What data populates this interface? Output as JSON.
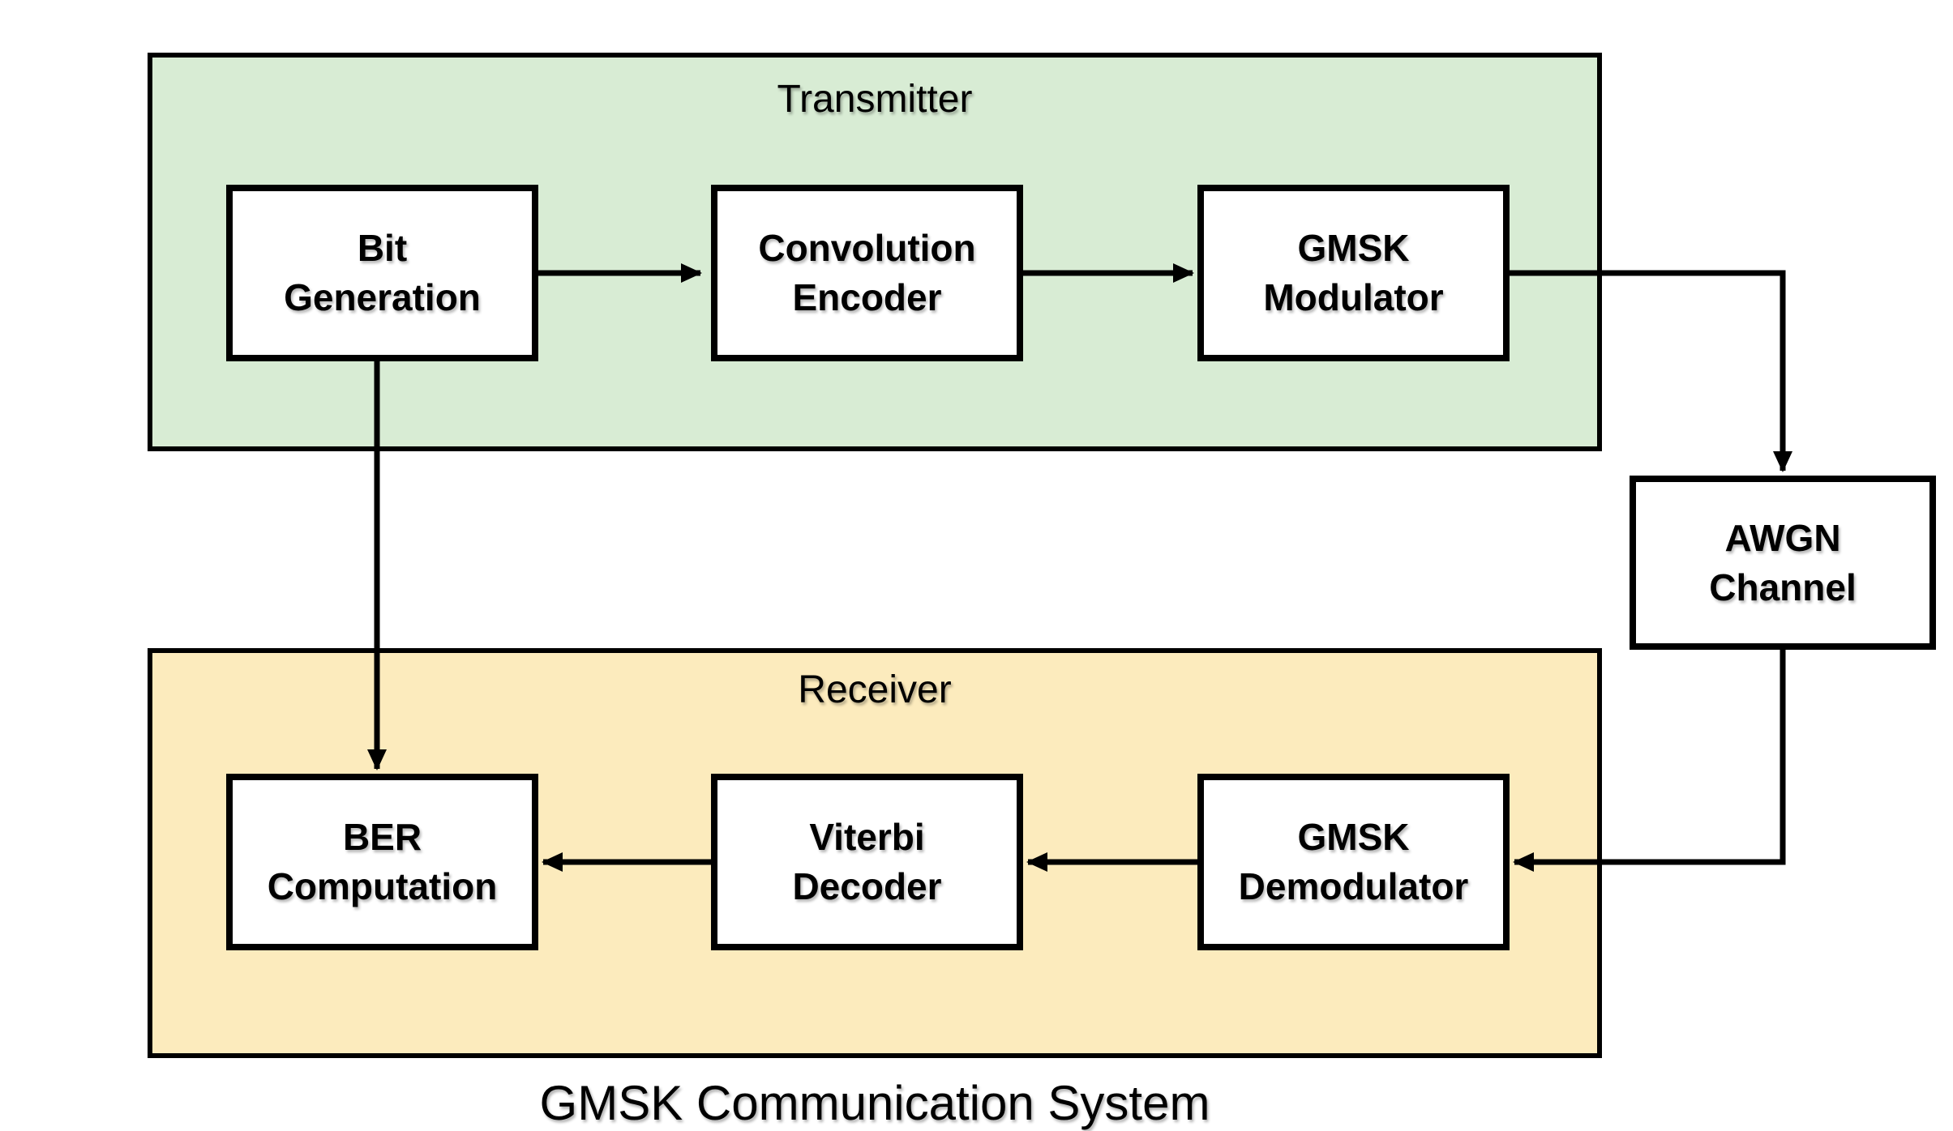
{
  "title": "GMSK Communication System",
  "containers": {
    "transmitter": {
      "label": "Transmitter",
      "fill": "#d8ecd4"
    },
    "receiver": {
      "label": "Receiver",
      "fill": "#fcebbd"
    }
  },
  "blocks": {
    "bit_generation": {
      "label": "Bit\nGeneration"
    },
    "convolution_encoder": {
      "label": "Convolution\nEncoder"
    },
    "gmsk_modulator": {
      "label": "GMSK\nModulator"
    },
    "awgn_channel": {
      "label": "AWGN\nChannel"
    },
    "gmsk_demodulator": {
      "label": "GMSK\nDemodulator"
    },
    "viterbi_decoder": {
      "label": "Viterbi\nDecoder"
    },
    "ber_computation": {
      "label": "BER\nComputation"
    }
  },
  "connections": [
    {
      "from": "bit_generation",
      "to": "convolution_encoder"
    },
    {
      "from": "convolution_encoder",
      "to": "gmsk_modulator"
    },
    {
      "from": "gmsk_modulator",
      "to": "awgn_channel"
    },
    {
      "from": "awgn_channel",
      "to": "gmsk_demodulator"
    },
    {
      "from": "gmsk_demodulator",
      "to": "viterbi_decoder"
    },
    {
      "from": "viterbi_decoder",
      "to": "ber_computation"
    },
    {
      "from": "bit_generation",
      "to": "ber_computation"
    }
  ],
  "colors": {
    "transmitter_fill": "#d8ecd4",
    "receiver_fill": "#fcebbd",
    "block_fill": "#ffffff",
    "line_color": "#000000",
    "text_color": "#000000",
    "background": "#ffffff"
  }
}
